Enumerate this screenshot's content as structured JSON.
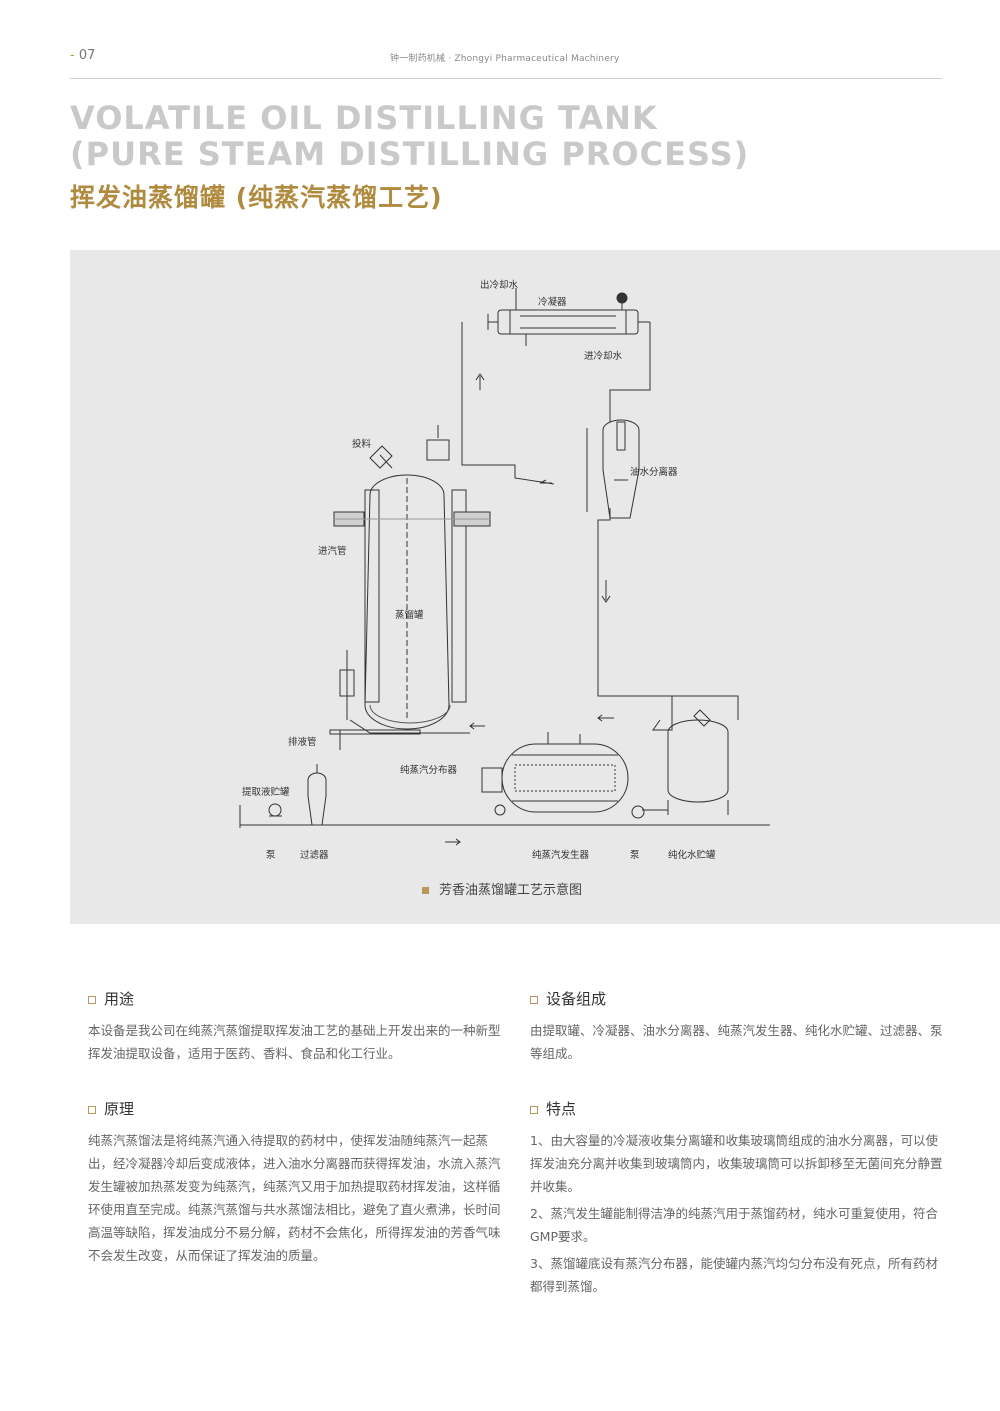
{
  "header": {
    "page_number": "07",
    "brand": "钟一制药机械 · Zhongyi Pharmaceutical Machinery"
  },
  "title": {
    "en_line1": "VOLATILE OIL DISTILLING TANK",
    "en_line2": "(PURE STEAM DISTILLING PROCESS)",
    "cn": "挥发油蒸馏罐 (纯蒸汽蒸馏工艺)"
  },
  "diagram": {
    "caption": "芳香油蒸馏罐工艺示意图",
    "labels": {
      "cooling_out": "出冷却水",
      "condenser": "冷凝器",
      "cooling_in": "进冷却水",
      "feed": "投料",
      "oil_water_separator": "油水分离器",
      "steam_inlet": "进汽管",
      "distill_tank": "蒸馏罐",
      "drain_pipe": "排液管",
      "steam_distributor": "纯蒸汽分布器",
      "extract_storage": "提取液贮罐",
      "pump1": "泵",
      "filter": "过滤器",
      "steam_generator": "纯蒸汽发生器",
      "pump2": "泵",
      "water_storage": "纯化水贮罐"
    }
  },
  "sections": {
    "purpose": {
      "title": "用途",
      "body": "本设备是我公司在纯蒸汽蒸馏提取挥发油工艺的基础上开发出来的一种新型挥发油提取设备，适用于医药、香料、食品和化工行业。"
    },
    "principle": {
      "title": "原理",
      "body": "纯蒸汽蒸馏法是将纯蒸汽通入待提取的药材中，使挥发油随纯蒸汽一起蒸出，经冷凝器冷却后变成液体，进入油水分离器而获得挥发油，水流入蒸汽发生罐被加热蒸发变为纯蒸汽，纯蒸汽又用于加热提取药材挥发油，这样循环使用直至完成。纯蒸汽蒸馏与共水蒸馏法相比，避免了直火煮沸，长时间高温等缺陷，挥发油成分不易分解，药材不会焦化，所得挥发油的芳香气味不会发生改变，从而保证了挥发油的质量。"
    },
    "composition": {
      "title": "设备组成",
      "body": "由提取罐、冷凝器、油水分离器、纯蒸汽发生器、纯化水贮罐、过滤器、泵等组成。"
    },
    "features": {
      "title": "特点",
      "items": [
        "1、由大容量的冷凝液收集分离罐和收集玻璃筒组成的油水分离器，可以使挥发油充分离并收集到玻璃筒内，收集玻璃筒可以拆卸移至无菌间充分静置并收集。",
        "2、蒸汽发生罐能制得洁净的纯蒸汽用于蒸馏药材，纯水可重复使用，符合GMP要求。",
        "3、蒸馏罐底设有蒸汽分布器，能使罐内蒸汽均匀分布没有死点，所有药材都得到蒸馏。"
      ]
    }
  }
}
